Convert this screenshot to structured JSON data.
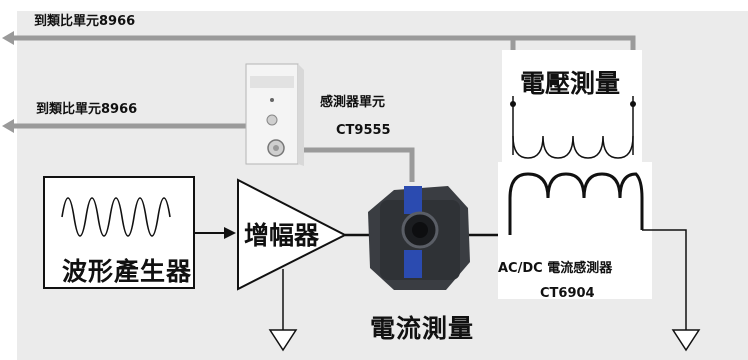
{
  "labels": {
    "output_top": "到類比單元8966",
    "output_mid": "到類比單元8966",
    "sensor_unit": "感測器單元",
    "sensor_model": "CT9555",
    "voltage_measure": "電壓測量",
    "generator": "波形產生器",
    "amplifier": "增幅器",
    "current_probe": "AC/DC 電流感測器",
    "probe_model": "CT6904",
    "current_measure": "電流測量"
  },
  "colors": {
    "background_panel": "#ebebeb",
    "wire_gray": "#9a9a9a",
    "wire_black": "#111111",
    "probe_body": "#3a3d42",
    "probe_label": "#2b4bb0"
  }
}
